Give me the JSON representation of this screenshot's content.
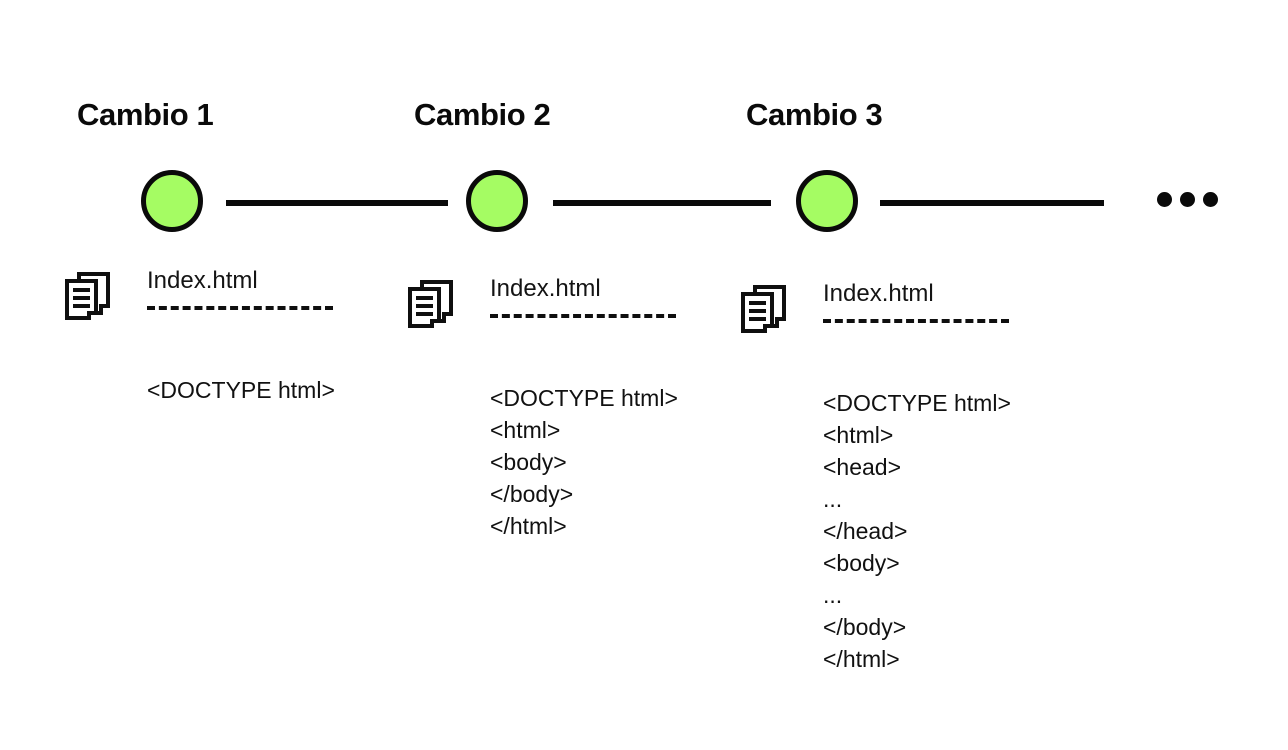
{
  "diagram": {
    "title_visible": false,
    "background_color": "#ffffff",
    "accent_color": "#a5fc63",
    "line_color": "#0a0a0a",
    "text_color": "#111111"
  },
  "timeline": {
    "node_shape": "circle",
    "node_fill": "#a5fc63",
    "node_stroke": "#0a0a0a",
    "continuation": {
      "icon": "ellipsis-icon",
      "label": "...",
      "dot_count": 3
    }
  },
  "columns": [
    {
      "id": "cambio-1",
      "title": "Cambio 1",
      "icon": "documents-copy-icon",
      "file_name": "Index.html",
      "separator": "--------------------",
      "code_lines": [
        "<DOCTYPE html>"
      ]
    },
    {
      "id": "cambio-2",
      "title": "Cambio 2",
      "icon": "documents-copy-icon",
      "file_name": "Index.html",
      "separator": "--------------------",
      "code_lines": [
        "<DOCTYPE html>",
        "<html>",
        "<body>",
        "</body>",
        "</html>"
      ]
    },
    {
      "id": "cambio-3",
      "title": "Cambio 3",
      "icon": "documents-copy-icon",
      "file_name": "Index.html",
      "separator": "--------------------",
      "code_lines": [
        "<DOCTYPE html>",
        "<html>",
        "<head>",
        "...",
        "</head>",
        "<body>",
        "...",
        "</body>",
        "</html>"
      ]
    }
  ]
}
